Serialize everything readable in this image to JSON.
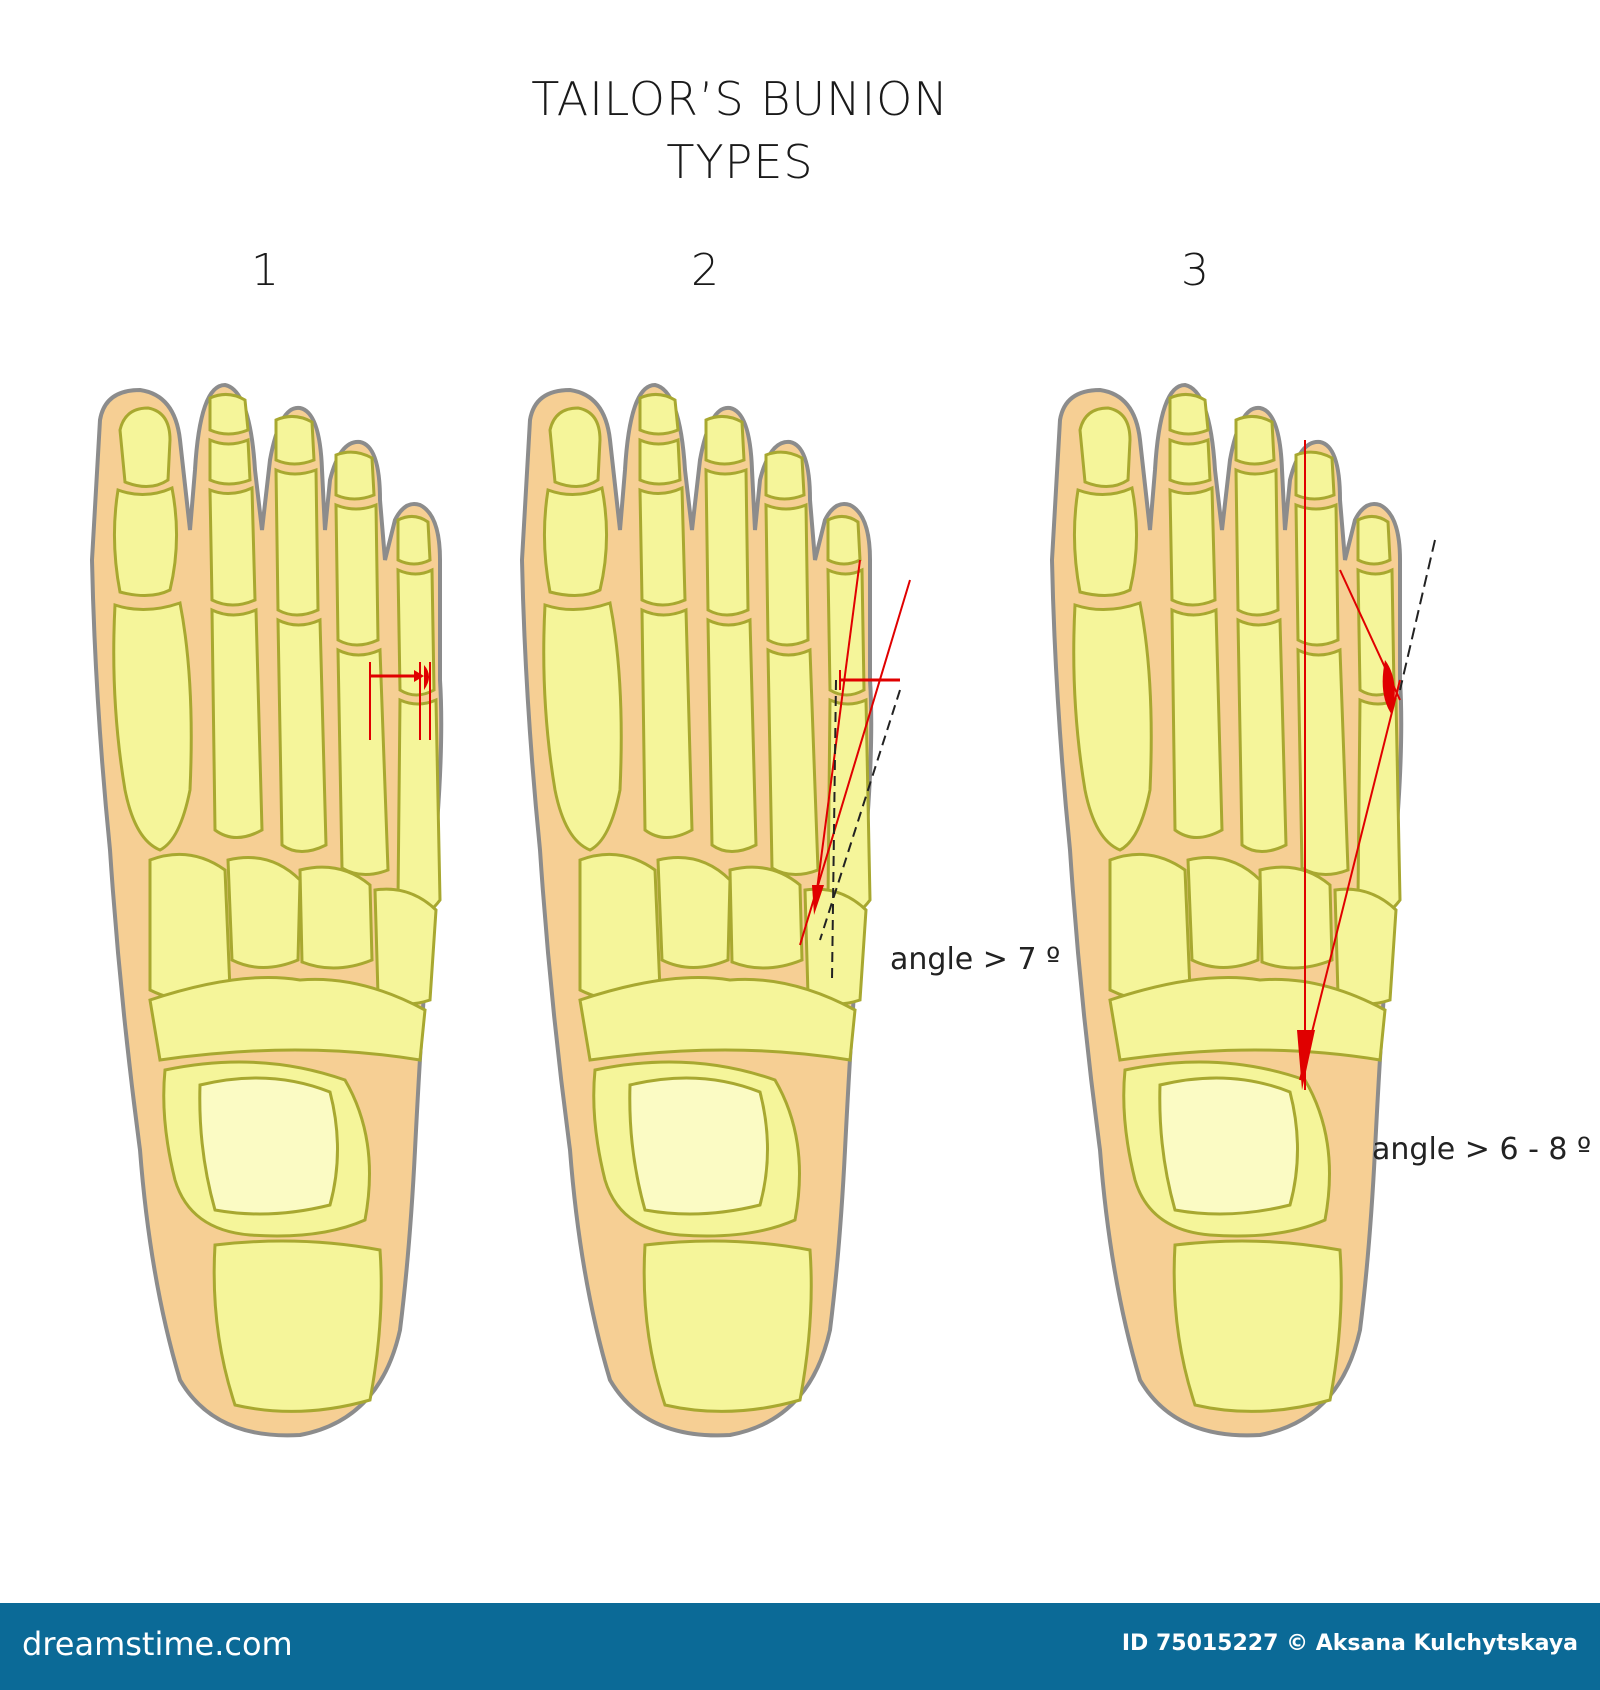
{
  "title": {
    "line1": "TAILOR’S BUNION",
    "line2": "TYPES"
  },
  "panels": [
    {
      "number": "1",
      "angle_label": ""
    },
    {
      "number": "2",
      "angle_label": "angle > 7 º"
    },
    {
      "number": "3",
      "angle_label": "angle > 6 - 8 º"
    }
  ],
  "colors": {
    "skin": "#f6cf94",
    "skin_outline": "#8c8c8c",
    "bone": "#f5f59a",
    "bone_outline": "#a8a830",
    "bone_light": "#fbfbc4",
    "marker": "#e00000",
    "footer": "#0b6a97"
  },
  "footer": {
    "logo": "dreamstime.com",
    "credit": "ID 75015227 © Aksana Kulchytskaya"
  }
}
